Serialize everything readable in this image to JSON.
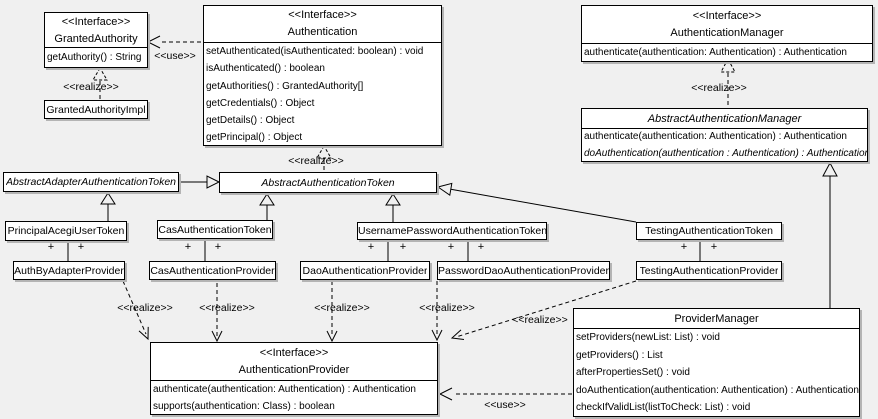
{
  "colors": {
    "background": "#f0f0f0",
    "box_fill": "#ffffff",
    "border": "#000000",
    "shadow": "#b4b4b4"
  },
  "stereotypes": {
    "interface": "<<Interface>>",
    "use": "<<use>>",
    "realize": "<<realize>>"
  },
  "adornments": {
    "plus": "+"
  },
  "classes": {
    "granted_authority": {
      "stereotype": "<<Interface>>",
      "name": "GrantedAuthority",
      "methods": [
        "getAuthority() : String"
      ]
    },
    "granted_authority_impl": {
      "name": "GrantedAuthorityImpl"
    },
    "authentication": {
      "stereotype": "<<Interface>>",
      "name": "Authentication",
      "methods": [
        "setAuthenticated(isAuthenticated: boolean) : void",
        "isAuthenticated() : boolean",
        "getAuthorities() : GrantedAuthority[]",
        "getCredentials() : Object",
        "getDetails() : Object",
        "getPrincipal() : Object"
      ]
    },
    "authentication_manager": {
      "stereotype": "<<Interface>>",
      "name": "AuthenticationManager",
      "methods": [
        "authenticate(authentication: Authentication) : Authentication"
      ]
    },
    "abstract_authentication_manager": {
      "name": "AbstractAuthenticationManager",
      "methods": [
        "authenticate(authentication: Authentication) : Authentication",
        "doAuthentication(authentication : Authentication) : Authentication"
      ]
    },
    "abstract_adapter_authentication_token": {
      "name": "AbstractAdapterAuthenticationToken"
    },
    "abstract_authentication_token": {
      "name": "AbstractAuthenticationToken"
    },
    "principal_acegi_user_token": {
      "name": "PrincipalAcegiUserToken"
    },
    "cas_authentication_token": {
      "name": "CasAuthenticationToken"
    },
    "username_password_authentication_token": {
      "name": "UsernamePasswordAuthenticationToken"
    },
    "testing_authentication_token": {
      "name": "TestingAuthenticationToken"
    },
    "auth_by_adapter_provider": {
      "name": "AuthByAdapterProvider"
    },
    "cas_authentication_provider": {
      "name": "CasAuthenticationProvider"
    },
    "dao_authentication_provider": {
      "name": "DaoAuthenticationProvider"
    },
    "password_dao_authentication_provider": {
      "name": "PasswordDaoAuthenticationProvider"
    },
    "testing_authentication_provider": {
      "name": "TestingAuthenticationProvider"
    },
    "authentication_provider": {
      "stereotype": "<<Interface>>",
      "name": "AuthenticationProvider",
      "methods": [
        "authenticate(authentication: Authentication) : Authentication",
        "supports(authentication: Class) : boolean"
      ]
    },
    "provider_manager": {
      "name": "ProviderManager",
      "methods": [
        "setProviders(newList: List) : void",
        "getProviders() : List",
        "afterPropertiesSet() : void",
        "doAuthentication(authentication: Authentication) : Authentication",
        "checkIfValidList(listToCheck: List) : void"
      ]
    }
  }
}
